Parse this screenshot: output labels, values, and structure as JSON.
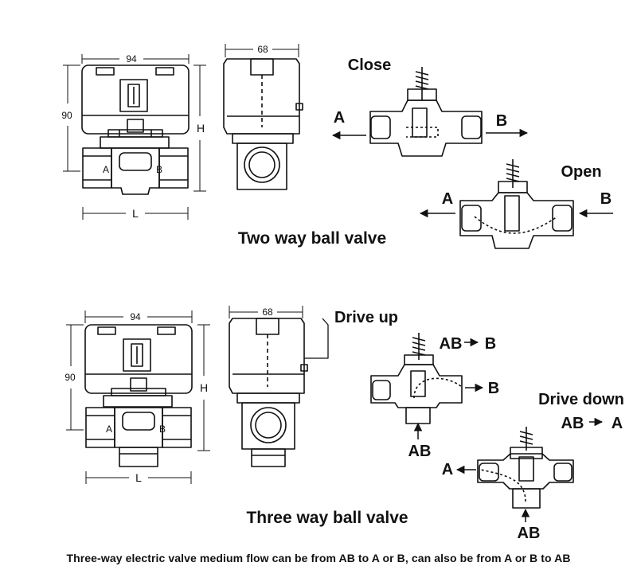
{
  "two_way": {
    "dims": {
      "width": "94",
      "depth": "68",
      "height_left": "90",
      "height": "H",
      "length": "L"
    },
    "ports": {
      "a": "A",
      "b": "B"
    },
    "close": {
      "label": "Close",
      "a": "A",
      "b": "B"
    },
    "open": {
      "label": "Open",
      "a": "A",
      "b": "B"
    },
    "title": "Two way ball valve"
  },
  "three_way": {
    "dims": {
      "width": "94",
      "depth": "68",
      "height_left": "90",
      "height": "H",
      "length": "L"
    },
    "ports": {
      "a": "A",
      "b": "B"
    },
    "drive_up": {
      "label": "Drive up",
      "flow": "AB",
      "b": "B",
      "ab": "AB"
    },
    "drive_down": {
      "label": "Drive down",
      "flow": "AB",
      "a": "A",
      "ab": "AB"
    },
    "title": "Three way ball valve"
  },
  "footer": "Three-way electric valve medium flow can be from AB to A or B, can also be from A or B to AB"
}
